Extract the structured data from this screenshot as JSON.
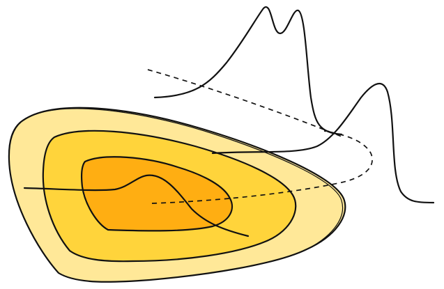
{
  "figure": {
    "kind": "hand-drawn illustration of nested contour regions with curves"
  },
  "colors": {
    "outer_fill": "#FFE898",
    "middle_fill": "#FFD43B",
    "inner_fill": "#FFAE12",
    "stroke": "#111111"
  },
  "regions": [
    {
      "id": "outer-contour",
      "level": "outer"
    },
    {
      "id": "middle-contour",
      "level": "middle"
    },
    {
      "id": "inner-contour",
      "level": "inner"
    }
  ],
  "curves": [
    {
      "id": "surface-curve",
      "style": "solid"
    },
    {
      "id": "projection-line-upper",
      "style": "dashed"
    },
    {
      "id": "projection-line-lower",
      "style": "dashed"
    },
    {
      "id": "upper-profile-curve",
      "style": "solid"
    },
    {
      "id": "right-profile-curve",
      "style": "solid"
    }
  ]
}
